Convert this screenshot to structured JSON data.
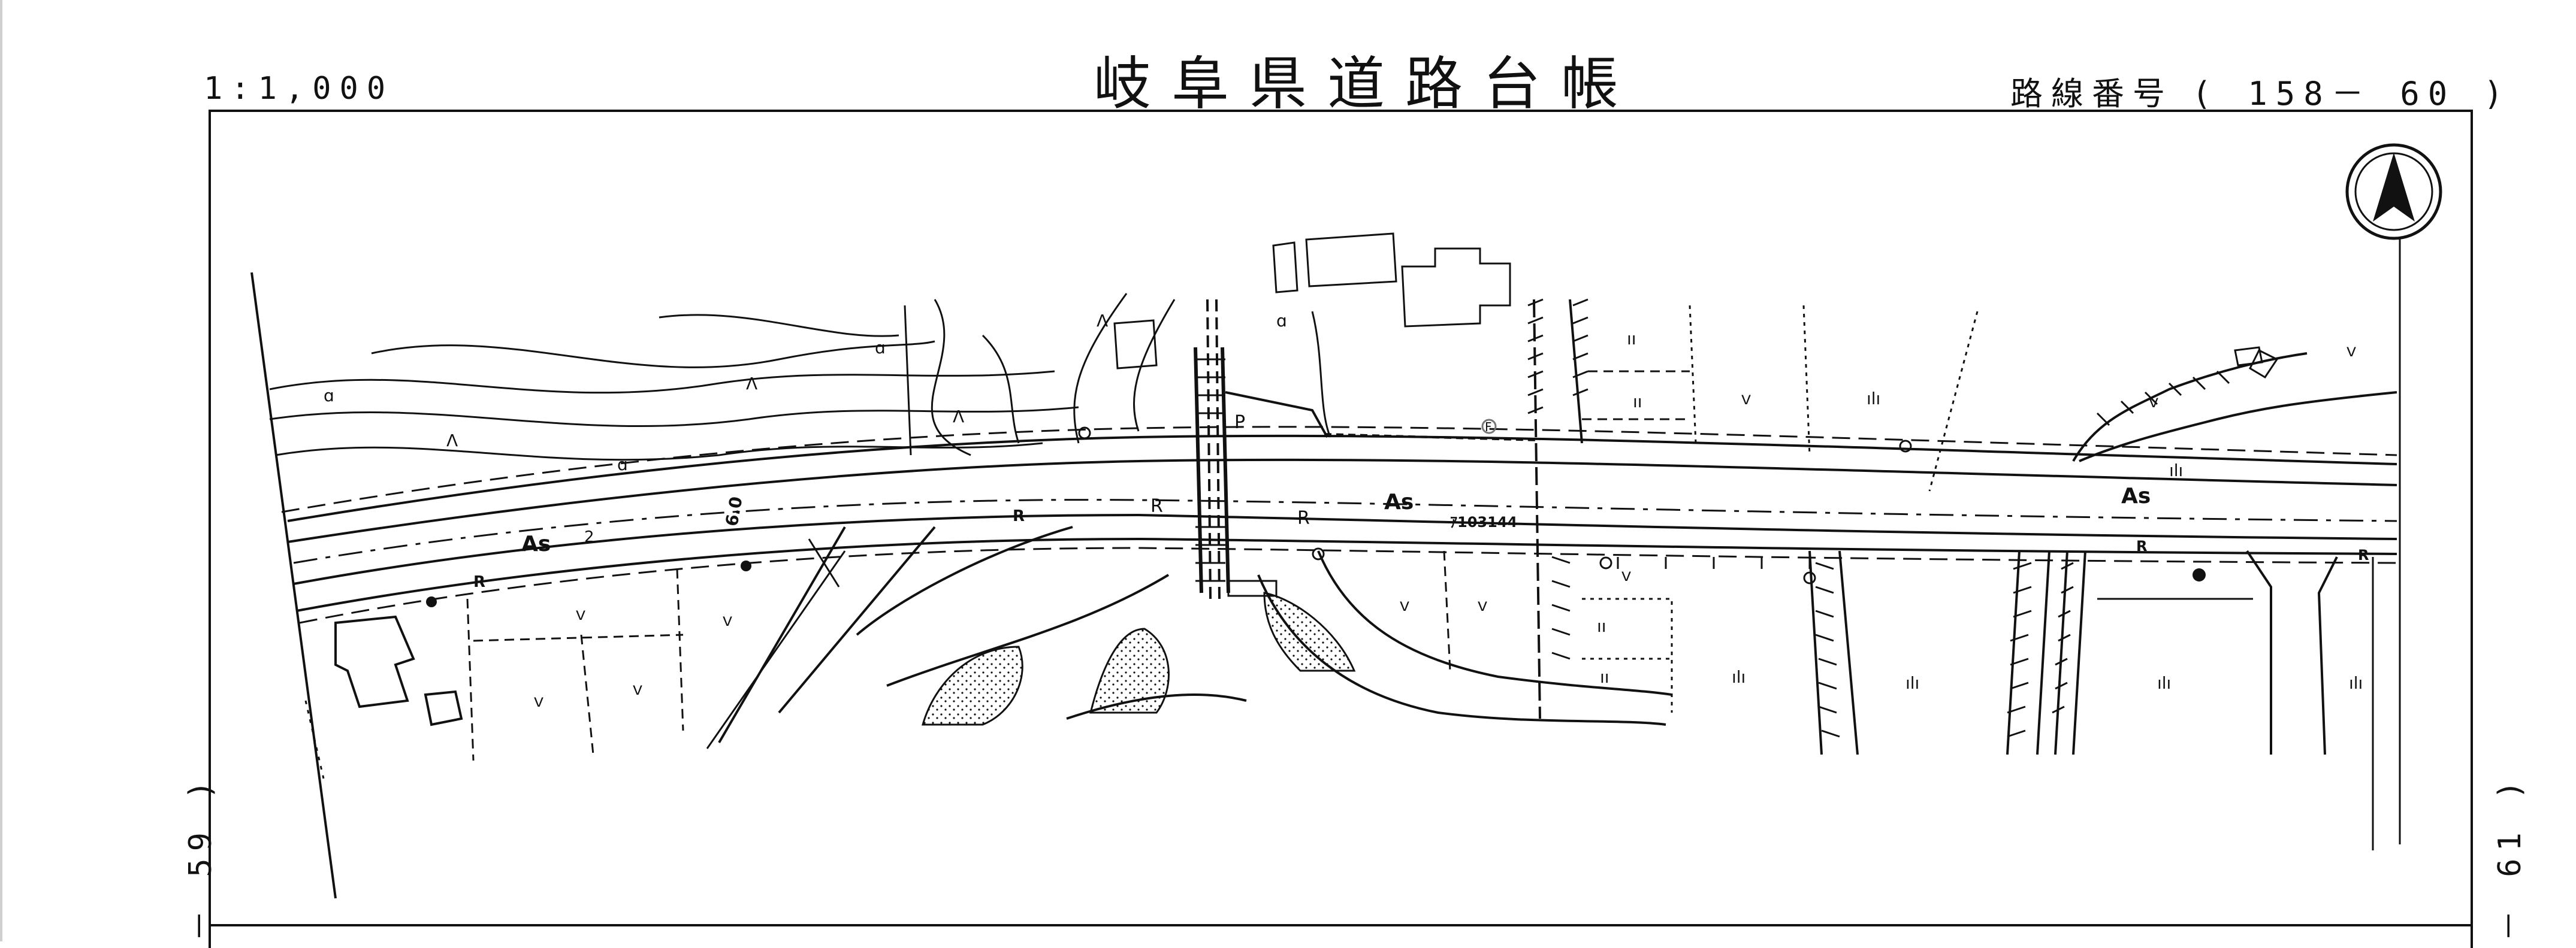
{
  "header": {
    "scale": "1:1,000",
    "title": "岐阜県道路台帳",
    "route_label": "路線番号",
    "route_number": "( 158－ 60 )"
  },
  "sheets": {
    "previous": "－ 59 )",
    "next": "－ 61 )"
  },
  "map": {
    "north_arrow_icon": "north-arrow-icon",
    "labels": {
      "surface_1": "As",
      "surface_2": "As",
      "surface_3": "As",
      "width": "6.0",
      "lane_mark": "2",
      "benchmark": "ｱ103144",
      "r1": "R",
      "r2": "R",
      "r3": "R",
      "r4": "R",
      "r5": "R",
      "r6": "R",
      "p": "P",
      "f": "F"
    }
  }
}
